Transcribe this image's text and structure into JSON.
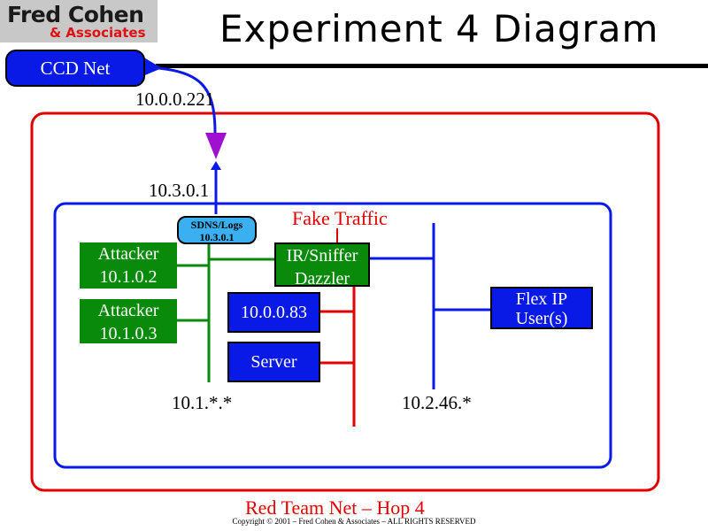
{
  "logo": {
    "line1": "Fred Cohen",
    "line2": "& Associates"
  },
  "title": "Experiment 4 Diagram",
  "nodes": {
    "ccd_net": "CCD Net",
    "sdns_line1": "SDNS/Logs",
    "sdns_line2": "10.3.0.1",
    "attacker1_line1": "Attacker",
    "attacker1_line2": "10.1.0.2",
    "attacker2_line1": "Attacker",
    "attacker2_line2": "10.1.0.3",
    "sniffer_line1": "IR/Sniffer",
    "sniffer_line2": "Dazzler",
    "host_83": "10.0.0.83",
    "server": "Server",
    "flex_line1": "Flex IP",
    "flex_line2": "User(s)"
  },
  "labels": {
    "ip_221": "10.0.0.221",
    "ip_301": "10.3.0.1",
    "fake_traffic": "Fake Traffic",
    "subnet_green": "10.1.*.*",
    "subnet_blue": "10.2.46.*",
    "red_team": "Red Team Net – Hop 4"
  },
  "footer": {
    "copyright": "Copyright © 2001 – Fred Cohen & Associates – ALL RIGHTS RESERVED"
  },
  "colors": {
    "red": "#e00000",
    "blue": "#0a1ae6",
    "green": "#0a8a0a",
    "purple": "#a010d0"
  }
}
